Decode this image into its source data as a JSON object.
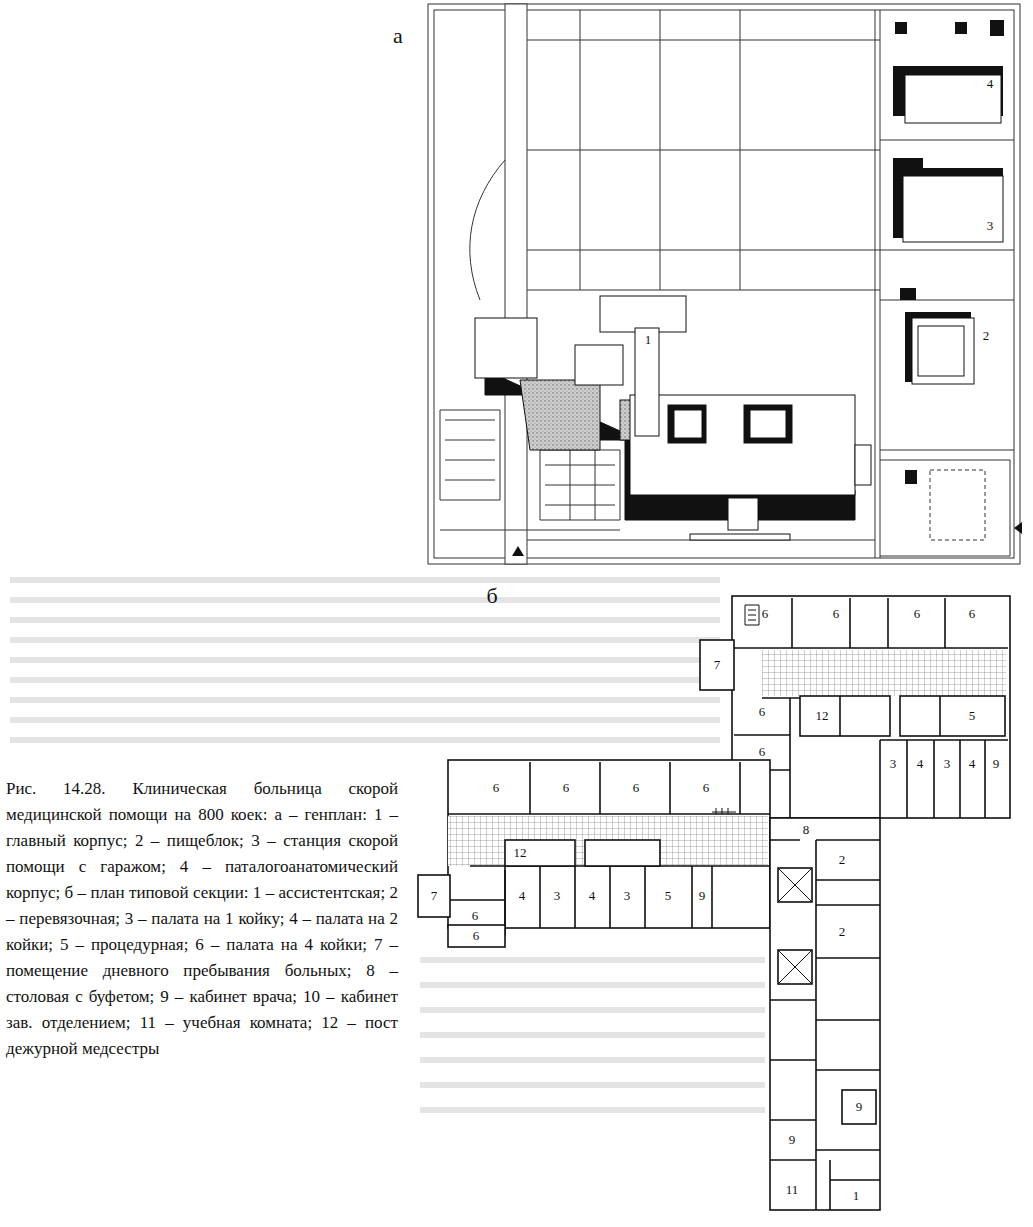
{
  "diagram": {
    "caption": "Рис. 14.28. Клиническая больница скорой медицинской помощи на 800 коек: а – генплан: 1 – главный корпус; 2 – пищеблок; 3 – станция скорой помощи с гаражом; 4 – паталогоанатомический корпус; б – план типовой секции: 1 – ассистентская; 2 – перевязочная; 3 – палата на 1 койку; 4 – палата на 2 койки; 5 – процедурная; 6 – палата на 4 койки; 7 – помещение дневного пребывания больных; 8 – столовая с буфетом; 9 – кабинет врача; 10 – кабинет зав. отделением; 11 – учебная комната; 12 – пост дежурной медсестры",
    "labels": [
      "а",
      "4",
      "3",
      "2",
      "1",
      "б",
      "6",
      "6",
      "6",
      "6",
      "7",
      "6",
      "12",
      "5",
      "6",
      "3",
      "4",
      "3",
      "4",
      "9",
      "8",
      "2",
      "2",
      "6",
      "6",
      "6",
      "6",
      "7",
      "6",
      "12",
      "6",
      "4",
      "3",
      "4",
      "3",
      "5",
      "9",
      "9",
      "9",
      "11",
      "1"
    ]
  }
}
